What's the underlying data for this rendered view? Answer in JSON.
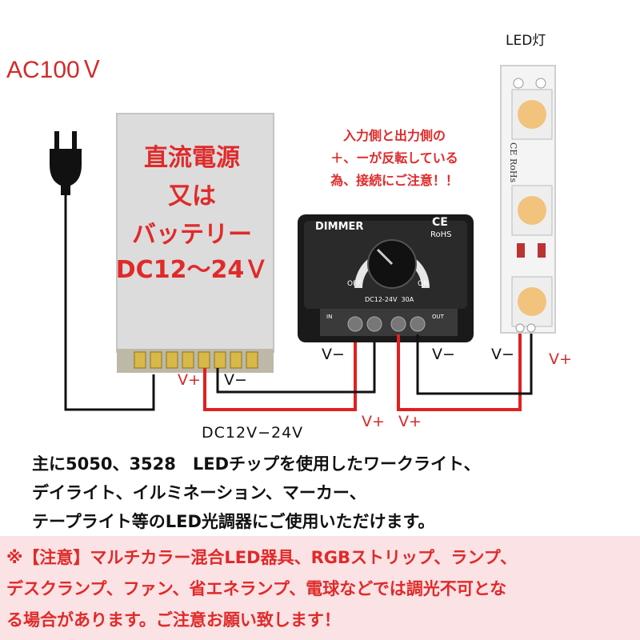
{
  "ac_label": "AC100Ｖ",
  "psu_text": [
    "直流電源",
    "又は",
    "バッテリー",
    "DC12～24Ｖ"
  ],
  "note_lines": [
    "入力側と出力側の",
    "＋、ーが反転している",
    "為、接続にご注意！！"
  ],
  "led_title": "LED灯",
  "dimmer": {
    "brand": "DIMMER",
    "ce": "CE",
    "rohs": "RoHS",
    "off": "OFF",
    "on": "ON",
    "rating": "DC12-24V  30A",
    "in_label": "IN",
    "out_label": "OUT"
  },
  "strip_mark": "CE RoHs",
  "wire_labels": {
    "psu_vplus": "V+",
    "psu_vminus": "V−",
    "in_vminus": "V−",
    "in_vplus": "V+",
    "out_vplus": "V+",
    "out_vminus": "V−",
    "led_vminus": "V−",
    "led_vplus": "V+"
  },
  "dc_range": "DC12V−24V",
  "description": [
    "主に5050、3528　LEDチップを使用したワークライト、",
    "デイライト、イルミネーション、マーカー、",
    "テープライト等のLED光調器にご使用いただけます。"
  ],
  "warning": [
    "※【注意】マルチカラー混合LED器具、RGBストリップ、ランプ、",
    "デスクランプ、ファン、省エネランプ、電球などでは調光不可とな",
    "る場合があります。ご注意お願い致します！"
  ],
  "colors": {
    "accent_red": "#e02a2a",
    "wire_red": "#e02020",
    "wire_black": "#111111",
    "warning_bg": "#fbe2e4"
  }
}
